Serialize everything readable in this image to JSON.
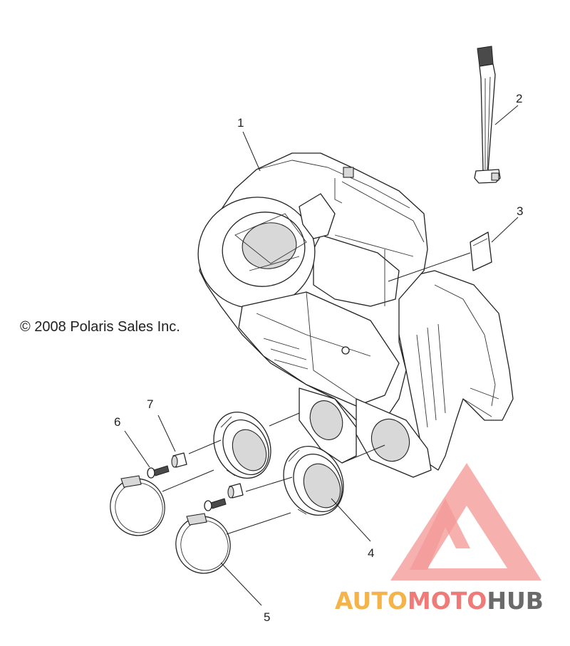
{
  "copyright": "© 2008 Polaris Sales Inc.",
  "callouts": [
    {
      "id": "1",
      "label": "1"
    },
    {
      "id": "2",
      "label": "2"
    },
    {
      "id": "3",
      "label": "3"
    },
    {
      "id": "4",
      "label": "4"
    },
    {
      "id": "5",
      "label": "5"
    },
    {
      "id": "6",
      "label": "6"
    },
    {
      "id": "7",
      "label": "7"
    }
  ],
  "watermark": {
    "part1": "AUTO",
    "part2": "MOTO",
    "part3": "HUB"
  },
  "colors": {
    "watermark_yellow": "#f4b44a",
    "watermark_red": "#f07a78",
    "watermark_gray": "#6a6a6a",
    "logo_red": "#f08880"
  }
}
